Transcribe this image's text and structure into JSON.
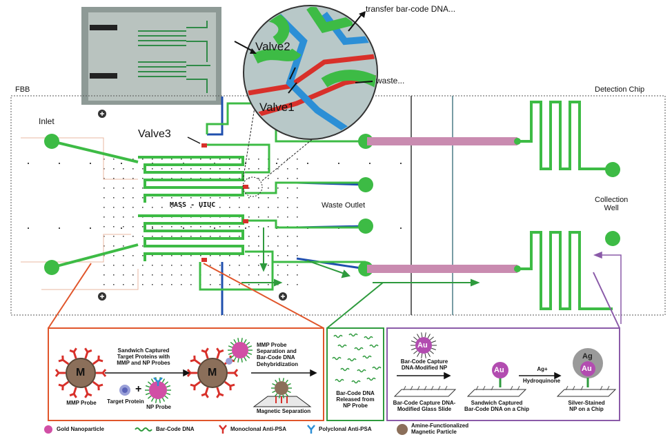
{
  "labels": {
    "fbb": "FBB",
    "detection_chip": "Detection Chip",
    "inlet": "Inlet",
    "valve3": "Valve3",
    "valve2": "Valve2",
    "valve1": "Valve1",
    "transfer": "transfer bar-code DNA...",
    "waste_small": "waste...",
    "waste_outlet": "Waste Outlet",
    "collection_well": "Collection\nWell",
    "chip_text": "MASS - UIUC"
  },
  "workflow": {
    "mmp_probe": "MMP Probe",
    "target_protein": "Target Protein",
    "np_probe": "NP Probe",
    "step1": "Sandwich Captured\nTarget Proteins with\nMMP and NP Probes",
    "step2": "MMP Probe\nSeparation and\nBar-Code DNA\nDehybridization",
    "magnetic_separation": "Magnetic Separation",
    "released": "Bar-Code DNA\nReleased from\nNP Probe",
    "capture_np": "Bar-Code Capture\nDNA-Modified NP",
    "capture_slide": "Bar-Code Capture DNA-\nModified Glass Slide",
    "sandwich_chip": "Sandwich Captured\nBar-Code DNA on a Chip",
    "ag_plus": "Ag+",
    "hydroquinone": "Hydroquinone",
    "silver_np": "Silver-Stained\nNP on a Chip",
    "m": "M",
    "au": "Au",
    "ag": "Ag",
    "plus": "+"
  },
  "legend": [
    {
      "icon": "gold-nanoparticle-icon",
      "label": "Gold Nanoparticle"
    },
    {
      "icon": "barcode-dna-icon",
      "label": "Bar-Code DNA"
    },
    {
      "icon": "monoclonal-antibody-icon",
      "label": "Monoclonal Anti-PSA"
    },
    {
      "icon": "polyclonal-antibody-icon",
      "label": "Polyclonal Anti-PSA"
    },
    {
      "icon": "magnetic-particle-icon",
      "label": "Amine-Functionalized\nMagnetic Particle"
    }
  ],
  "colors": {
    "channel_green": "#3dbb45",
    "control_blue": "#1f4fae",
    "valve_red": "#d8302a",
    "pink_channel": "#c98bb0",
    "orange_box": "#e0552a",
    "green_box": "#2e9a3d",
    "purple_box": "#8a5aa8"
  }
}
